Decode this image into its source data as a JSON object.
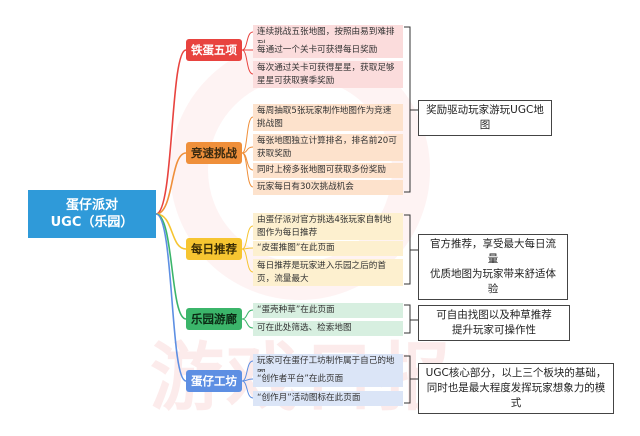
{
  "root": {
    "line1": "蛋仔派对",
    "line2": "UGC（乐园）"
  },
  "categories": [
    {
      "label": "铁蛋五项",
      "color": "#e8433f",
      "items": [
        "连续挑战五张地图，按照由易到难排列",
        "每通过一个关卡可获得每日奖励",
        "每次通过关卡可获得星星，获取足够星星可获取赛季奖励"
      ]
    },
    {
      "label": "竞速挑战",
      "color": "#ef8f3a",
      "items": [
        "每周抽取5张玩家制作地图作为竞速挑战图",
        "每张地图独立计算排名，排名前20可获取奖励",
        "同时上榜多张地图可获取多份奖励",
        "玩家每日有30次挑战机会"
      ]
    },
    {
      "label": "每日推荐",
      "color": "#f6c531",
      "items": [
        "由蛋仔派对官方挑选4张玩家自制地图作为每日推荐",
        "“皮蛋推图”在此页面",
        "每日推荐是玩家进入乐园之后的首页，流量最大"
      ]
    },
    {
      "label": "乐园游廊",
      "color": "#3bb56a",
      "items": [
        "“蛋壳种草”在此页面",
        "可在此处筛选、检索地图"
      ]
    },
    {
      "label": "蛋仔工坊",
      "color": "#5d8fe3",
      "items": [
        "玩家可在蛋仔工坊制作属于自己的地图",
        "“创作者平台”在此页面",
        "“创作月”活动图标在此页面"
      ]
    }
  ],
  "notes": [
    {
      "line1": "奖励驱动玩家游玩UGC地图",
      "line2": ""
    },
    {
      "line1": "官方推荐，享受最大每日流量",
      "line2": "优质地图为玩家带来舒适体验"
    },
    {
      "line1": "可自由找图以及种草推荐",
      "line2": "提升玩家可操作性"
    },
    {
      "line1": "UGC核心部分，以上三个板块的基础，",
      "line2": "同时也是最大程度发挥玩家想象力的模式"
    }
  ],
  "watermark": "游戏日报"
}
